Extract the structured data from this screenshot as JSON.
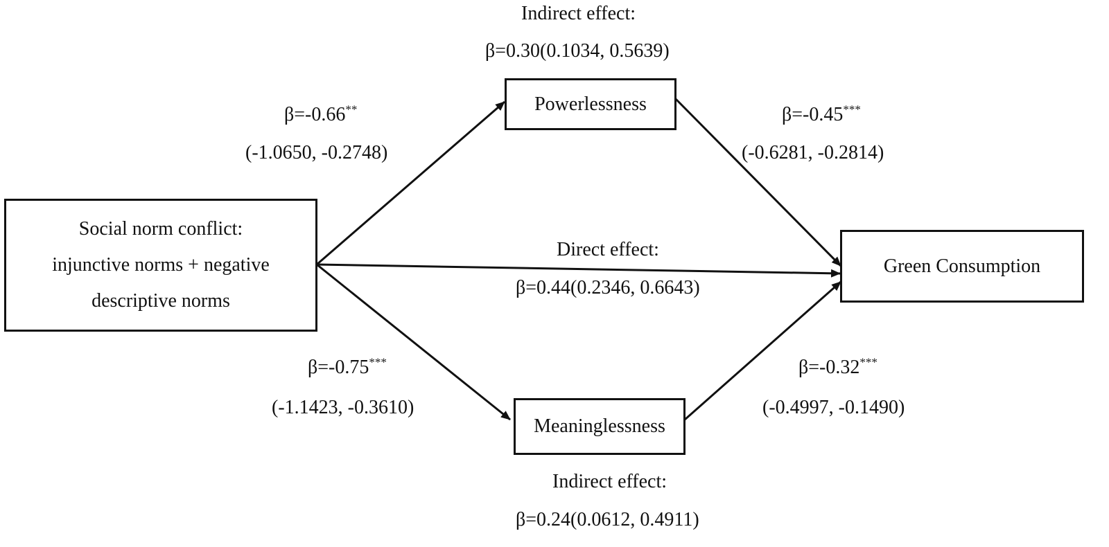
{
  "nodes": {
    "source": {
      "lines": [
        "Social norm conflict:",
        "injunctive norms + negative",
        "descriptive norms"
      ]
    },
    "powerlessness": {
      "label": "Powerlessness"
    },
    "meaninglessness": {
      "label": "Meaninglessness"
    },
    "outcome": {
      "label": "Green Consumption"
    }
  },
  "edges": {
    "source_to_powerlessness": {
      "beta": "β=-0.66",
      "stars": "**",
      "ci": "(-1.0650, -0.2748)"
    },
    "powerlessness_to_outcome": {
      "beta": "β=-0.45",
      "stars": "***",
      "ci": "(-0.6281, -0.2814)"
    },
    "source_to_meaninglessness": {
      "beta": "β=-0.75",
      "stars": "***",
      "ci": "(-1.1423, -0.3610)"
    },
    "meaninglessness_to_outcome": {
      "beta": "β=-0.32",
      "stars": "***",
      "ci": "(-0.4997, -0.1490)"
    },
    "direct": {
      "heading": "Direct effect:",
      "value": "β=0.44(0.2346, 0.6643)"
    }
  },
  "indirect_effects": {
    "powerlessness": {
      "heading": "Indirect effect:",
      "value": "β=0.30(0.1034, 0.5639)"
    },
    "meaninglessness": {
      "heading": "Indirect effect:",
      "value": "β=0.24(0.0612, 0.4911)"
    }
  }
}
